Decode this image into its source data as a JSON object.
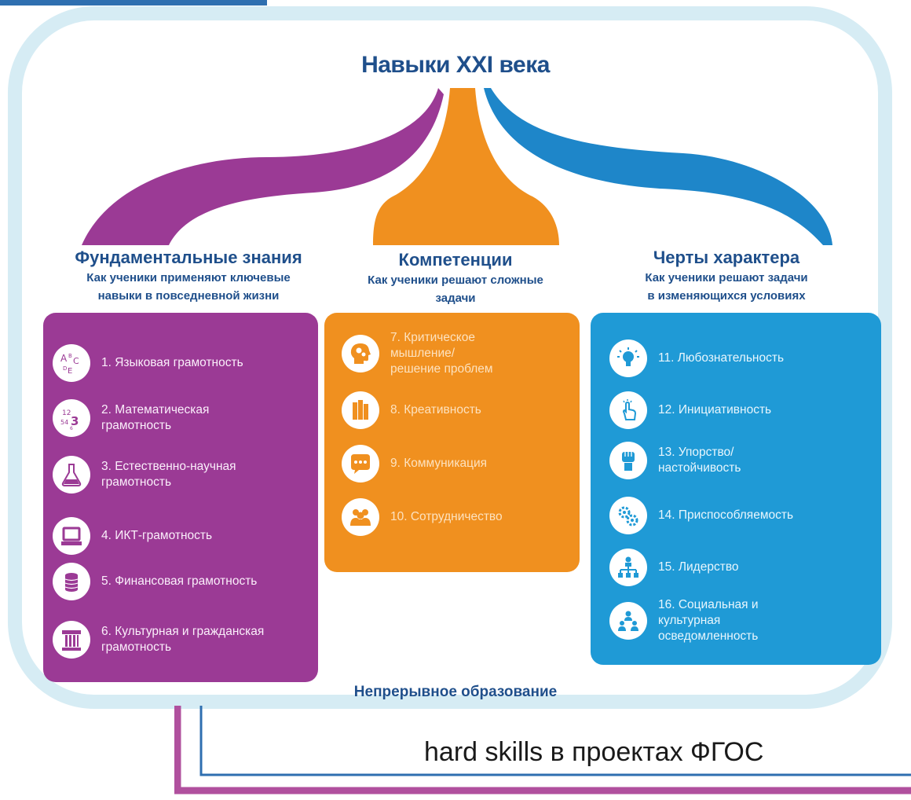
{
  "title": "Навыки XXI века",
  "columns": [
    {
      "heading": "Фундаментальные знания",
      "subtitle_line1": "Как ученики применяют ключевые",
      "subtitle_line2": "навыки  в повседневной жизни",
      "color": "#9b3a95",
      "items": [
        {
          "icon": "abc-letters-icon",
          "label_line1": "1. Языковая грамотность",
          "label_line2": ""
        },
        {
          "icon": "numbers-icon",
          "label_line1": "2. Математическая",
          "label_line2": "грамотность"
        },
        {
          "icon": "flask-icon",
          "label_line1": "3. Естественно-научная",
          "label_line2": "грамотность"
        },
        {
          "icon": "computer-icon",
          "label_line1": "4. ИКТ-грамотность",
          "label_line2": ""
        },
        {
          "icon": "coins-icon",
          "label_line1": "5. Финансовая  грамотность",
          "label_line2": ""
        },
        {
          "icon": "column-icon",
          "label_line1": "6. Культурная и гражданская",
          "label_line2": "грамотность"
        }
      ]
    },
    {
      "heading": "Компетенции",
      "subtitle_line1": "Как ученики решают сложные",
      "subtitle_line2": "задачи",
      "color": "#f0901f",
      "items": [
        {
          "icon": "head-gears-icon",
          "label_line1": "7. Критическое",
          "label_line2": "мышление/",
          "label_line3": "решение проблем"
        },
        {
          "icon": "pencils-icon",
          "label_line1": "8. Креативность",
          "label_line2": ""
        },
        {
          "icon": "chat-bubble-icon",
          "label_line1": "9. Коммуникация",
          "label_line2": ""
        },
        {
          "icon": "people-group-icon",
          "label_line1": "10. Сотрудничество",
          "label_line2": ""
        }
      ]
    },
    {
      "heading": "Черты характера",
      "subtitle_line1": "Как ученики решают задачи",
      "subtitle_line2": "в изменяющихся условиях",
      "color": "#1f9ad6",
      "items": [
        {
          "icon": "lightbulb-icon",
          "label_line1": "11. Любознательность",
          "label_line2": ""
        },
        {
          "icon": "pointing-hand-icon",
          "label_line1": "12. Инициативность",
          "label_line2": ""
        },
        {
          "icon": "fist-icon",
          "label_line1": "13. Упорство/",
          "label_line2": "настойчивость"
        },
        {
          "icon": "gears-icon",
          "label_line1": "14. Приспособляемость",
          "label_line2": ""
        },
        {
          "icon": "org-chart-icon",
          "label_line1": "15. Лидерство",
          "label_line2": ""
        },
        {
          "icon": "social-people-icon",
          "label_line1": "16. Социальная и",
          "label_line2": "культурная",
          "label_line3": "осведомленность"
        }
      ]
    }
  ],
  "footer": "Непрерывное образование",
  "caption": "hard skills в проектах ФГОС"
}
